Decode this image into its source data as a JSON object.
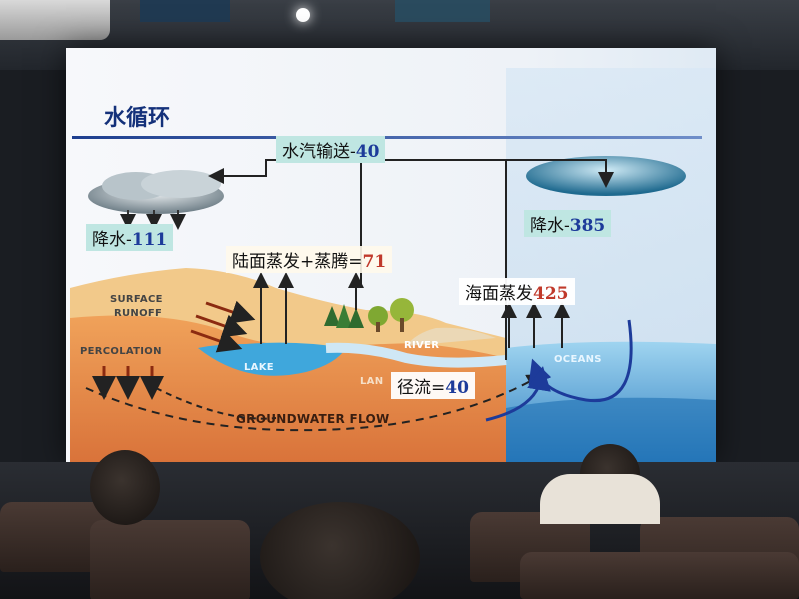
{
  "slide": {
    "title": "水循环",
    "labels": {
      "vapor_transport": {
        "text": "水汽输送-",
        "value": "40"
      },
      "land_precip": {
        "text": "降水-",
        "value": "111"
      },
      "ocean_precip": {
        "text": "降水-",
        "value": "385"
      },
      "land_evap": {
        "text": "陆面蒸发+蒸腾=",
        "value": "71"
      },
      "sea_evap": {
        "text": "海面蒸发",
        "value": "425"
      },
      "runoff": {
        "text": "径流=",
        "value": "40"
      }
    },
    "diagram_terms": {
      "surface_runoff_1": "SURFACE",
      "surface_runoff_2": "RUNOFF",
      "percolation": "PERCOLATION",
      "lake": "LAKE",
      "river": "RIVER",
      "oceans": "OCEANS",
      "land": "LAN",
      "groundwater": "GROUNDWATER FLOW"
    }
  },
  "colors": {
    "title": "#14317a",
    "number_blue": "#1d3b9a",
    "number_red": "#c0392b",
    "teal_box": "#bfe6e2",
    "earth": "#e0894a",
    "water": "#4aa3d8"
  }
}
